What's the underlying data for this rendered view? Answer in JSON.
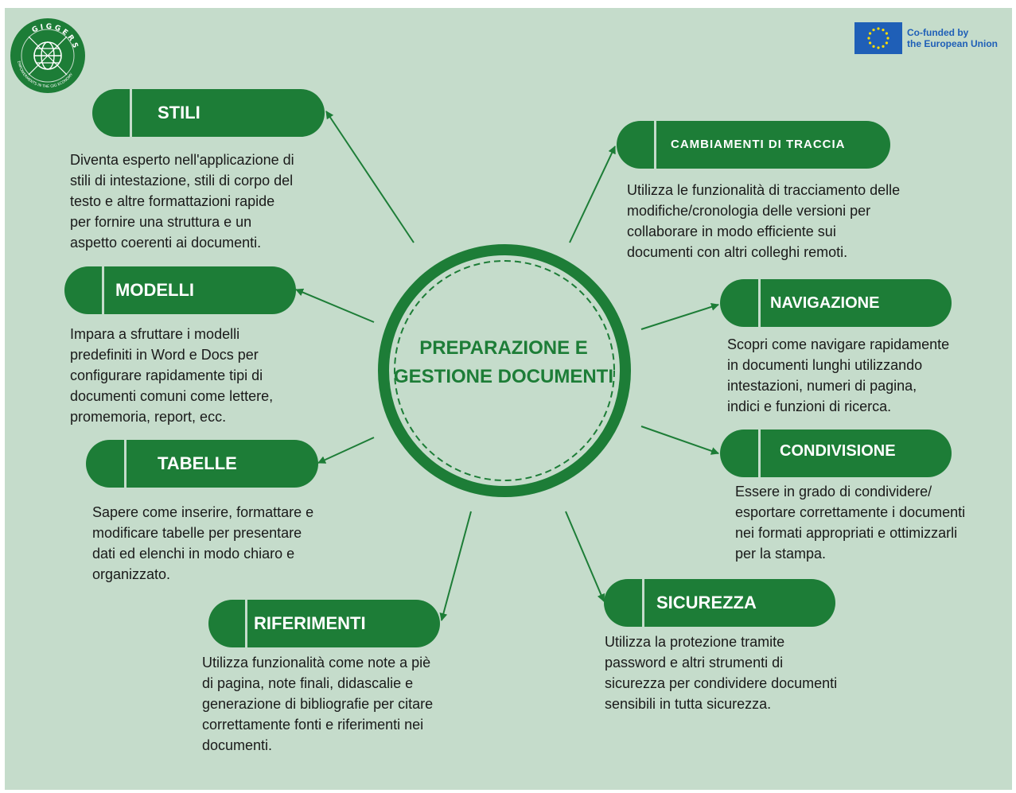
{
  "logo": {
    "name": "GIGGERS",
    "tagline": "EMPOWERMENTS IN THE GIG ECONOMY"
  },
  "eu": {
    "line1": "Co-funded by",
    "line2": "the European Union"
  },
  "center": {
    "line1": "PREPARAZIONE E",
    "line2": "GESTIONE DOCUMENTI"
  },
  "topics": {
    "stili": {
      "title": "STILI",
      "desc": [
        "Diventa esperto nell'applicazione di",
        "stili di intestazione, stili di corpo del",
        "testo e altre formattazioni rapide",
        "per fornire una struttura e un",
        "aspetto coerenti ai documenti."
      ]
    },
    "modelli": {
      "title": "MODELLI",
      "desc": [
        "Impara a sfruttare i modelli",
        "predefiniti in Word e Docs per",
        "configurare rapidamente tipi di",
        "documenti comuni come lettere,",
        "promemoria, report, ecc."
      ]
    },
    "tabelle": {
      "title": "TABELLE",
      "desc": [
        "Sapere come inserire, formattare e",
        "modificare tabelle per presentare",
        "dati ed elenchi in modo chiaro e",
        "organizzato."
      ]
    },
    "riferimenti": {
      "title": "RIFERIMENTI",
      "desc": [
        "Utilizza funzionalità come note a piè",
        "di pagina, note finali, didascalie e",
        "generazione di bibliografie per citare",
        "correttamente fonti e riferimenti nei",
        "documenti."
      ]
    },
    "cambiamenti": {
      "title": "CAMBIAMENTI DI TRACCIA",
      "desc": [
        "Utilizza le funzionalità di tracciamento delle",
        "modifiche/cronologia delle versioni per",
        "collaborare in modo efficiente sui",
        "documenti con altri colleghi remoti."
      ]
    },
    "navigazione": {
      "title": "NAVIGAZIONE",
      "desc": [
        "Scopri come navigare rapidamente",
        "in documenti lunghi utilizzando",
        "intestazioni, numeri di pagina,",
        "indici e funzioni di ricerca."
      ]
    },
    "condivisione": {
      "title": "CONDIVISIONE",
      "desc": [
        "Essere in grado di condividere/",
        "esportare correttamente i documenti",
        "nei formati appropriati e ottimizzarli",
        "per la stampa."
      ]
    },
    "sicurezza": {
      "title": "SICUREZZA",
      "desc": [
        "Utilizza la protezione tramite",
        "password e altri strumenti di",
        "sicurezza per condividere documenti",
        "sensibili in tutta sicurezza."
      ]
    }
  },
  "colors": {
    "green": "#1d7d37",
    "background": "#c5dccb",
    "text": "#1a1a1a",
    "eu_blue": "#1f5fb7",
    "eu_star": "#ffdd00"
  }
}
